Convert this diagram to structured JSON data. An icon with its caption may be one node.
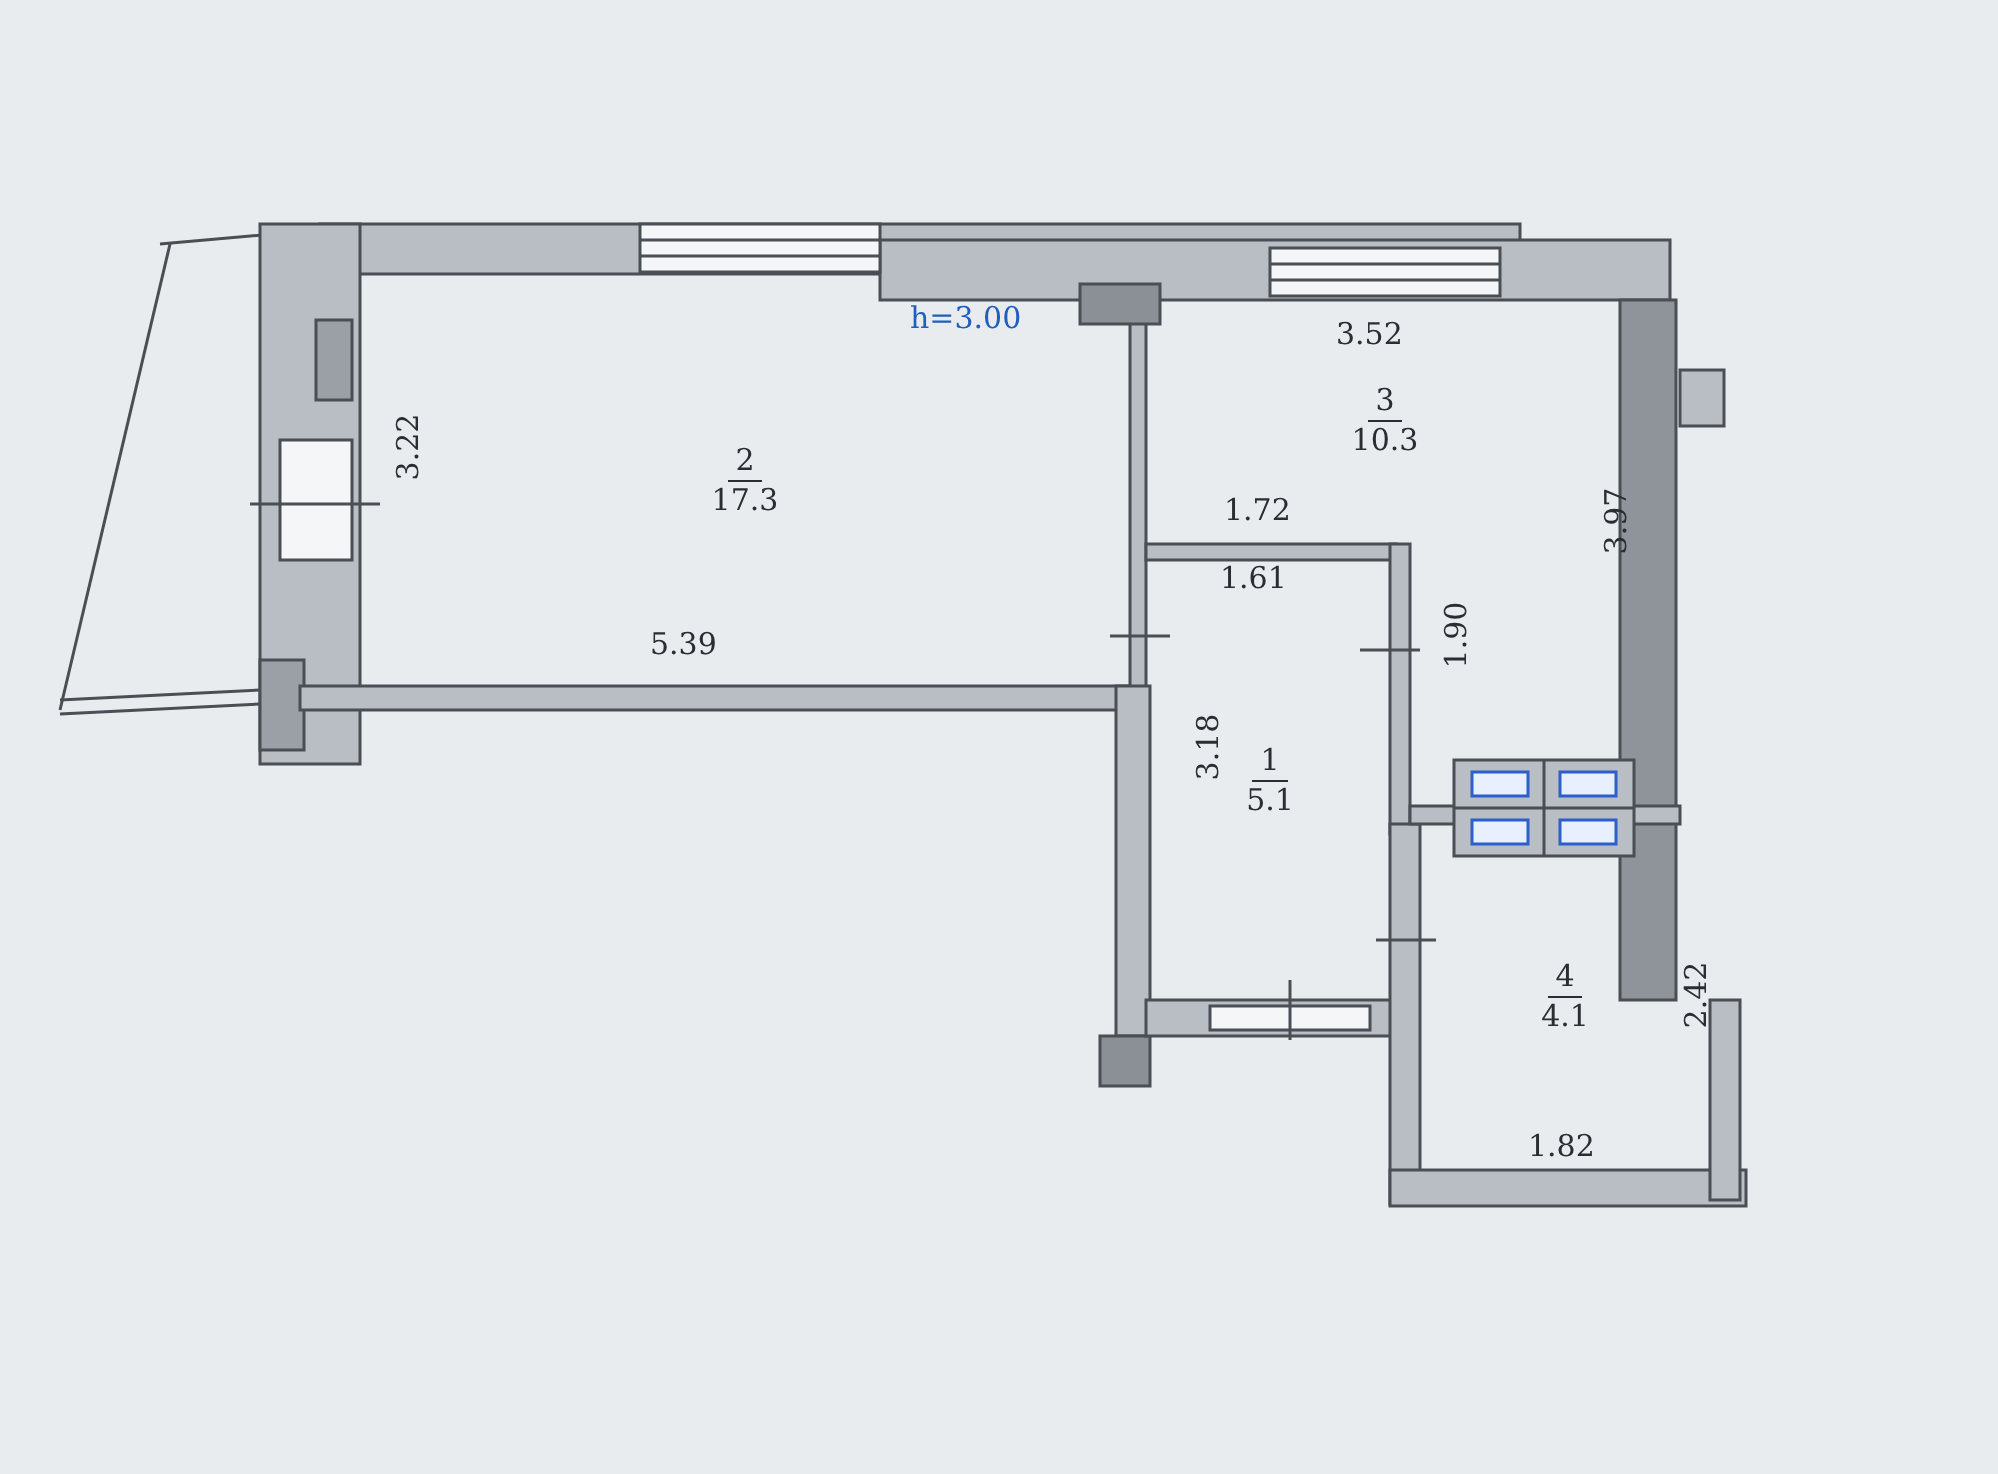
{
  "diagram": {
    "nodes": [
      {
        "text": [
          "2",
          "17.3"
        ]
      },
      {
        "text": [
          "3",
          "10.3"
        ]
      },
      {
        "text": [
          "1",
          "5.1"
        ]
      },
      {
        "text": [
          "4",
          "4.1"
        ]
      }
    ],
    "labels": [
      "h=3.00",
      "3.52",
      "3.22",
      "1.72",
      "1.61",
      "1.90",
      "3.97",
      "5.39",
      "3.18",
      "2.42",
      "1.82"
    ]
  }
}
